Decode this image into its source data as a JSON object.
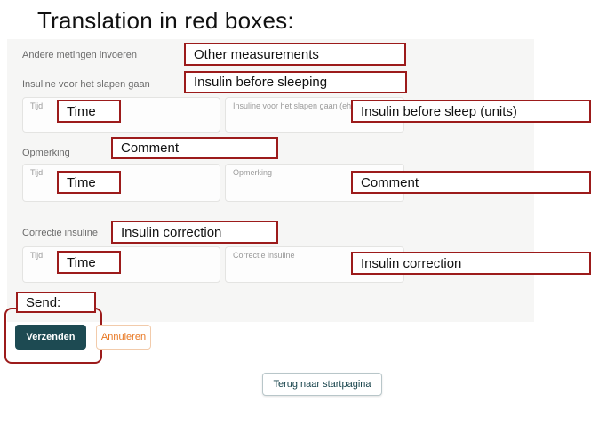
{
  "title": "Translation in red boxes:",
  "form": {
    "section_other_measurements": "Andere metingen invoeren",
    "section_insulin_before_sleep": "Insuline voor het slapen gaan",
    "row1": {
      "time_label": "Tijd",
      "insulin_label": "Insuline voor het slapen gaan (eh)"
    },
    "section_comment": "Opmerking",
    "row2": {
      "time_label": "Tijd",
      "comment_label": "Opmerking"
    },
    "section_correction": "Correctie insuline",
    "row3": {
      "time_label": "Tijd",
      "correction_label": "Correctie insuline"
    },
    "buttons": {
      "submit": "Verzenden",
      "cancel": "Annuleren",
      "back": "Terug naar startpagina"
    }
  },
  "annotations": {
    "other_measurements": "Other measurements",
    "insulin_before_sleeping": "Insulin before sleeping",
    "time_1": "Time",
    "insulin_before_sleep_units": "Insulin before sleep (units)",
    "comment_section": "Comment",
    "time_2": "Time",
    "comment_field": "Comment",
    "insulin_correction_section": "Insulin correction",
    "time_3": "Time",
    "insulin_correction_field": "Insulin correction",
    "send": "Send:"
  },
  "colors": {
    "annotation_border": "#9c1b1b",
    "submit_button_bg": "#1d4a52",
    "cancel_button_text": "#e87722",
    "back_button_text": "#17434b"
  }
}
